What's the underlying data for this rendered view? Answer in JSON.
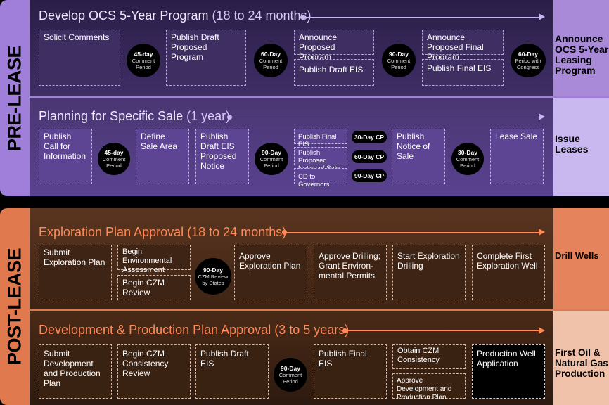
{
  "phases": {
    "pre_lease": "PRE-LEASE",
    "post_lease": "POST-LEASE"
  },
  "colors": {
    "pre_lease_accent": "#9f7fd9",
    "post_lease_accent": "#e07a4e",
    "pre_band_1": "#3a2a5c",
    "pre_band_2": "#553f84",
    "post_band_1": "#4a2a17",
    "post_band_2": "#2d1c12",
    "pre_title": "#e9e0ff",
    "post_title": "#ff8a58"
  },
  "bands": [
    {
      "title": "Develop OCS 5-Year Program",
      "duration": "(18 to 24 months)",
      "boxes": [
        "Solicit Comments",
        "Publish Draft Proposed Program",
        "Announce Proposed Program",
        "Publish Draft EIS",
        "Announce Proposed Final Program",
        "Publish Final EIS"
      ],
      "circles": [
        {
          "top": "45-day",
          "bottom": "Comment Period"
        },
        {
          "top": "60-Day",
          "bottom": "Comment Period"
        },
        {
          "top": "90-Day",
          "bottom": "Comment Period"
        },
        {
          "top": "60-Day",
          "bottom": "Period with Congress"
        }
      ],
      "result": "Announce OCS 5-Year Leasing Program"
    },
    {
      "title": "Planning for Specific Sale",
      "duration": "(1 year)",
      "boxes": [
        "Publish Call for Information",
        "Define Sale Area",
        "Publish Draft EIS Proposed Notice",
        "Publish Notice of Sale",
        "Lease Sale"
      ],
      "small_boxes": [
        "Publish Final EIS",
        "Publish Proposed Notice of Sale",
        "CD to Governors"
      ],
      "pills": [
        "30-Day CP",
        "60-Day CP",
        "90-Day CP"
      ],
      "circles": [
        {
          "top": "45-day",
          "bottom": "Comment Period"
        },
        {
          "top": "90-Day",
          "bottom": "Comment Period"
        },
        {
          "top": "30-Day",
          "bottom": "Comment Period"
        }
      ],
      "result": "Issue Leases"
    },
    {
      "title": "Exploration Plan Approval",
      "duration": "(18 to 24 months)",
      "boxes": [
        "Submit Exploration Plan",
        "Begin Environmental Assessment",
        "Begin CZM Review",
        "Approve Exploration Plan",
        "Approve Drilling; Grant Environ-mental Permits",
        "Start Exploration Drilling",
        "Complete First Exploration Well"
      ],
      "circles": [
        {
          "top": "90-Day",
          "bottom": "CZM Review by States"
        }
      ],
      "result": "Drill Wells"
    },
    {
      "title": "Development & Production Plan Approval",
      "duration": "(3 to 5 years)",
      "boxes": [
        "Submit Development and Production Plan",
        "Begin CZM Consistency Review",
        "Publish Draft EIS",
        "Publish Final EIS",
        "Obtain CZM Consistency",
        "Approve Development and Production Plan",
        "Production Well Application"
      ],
      "circles": [
        {
          "top": "90-Day",
          "bottom": "Comment Period"
        }
      ],
      "result": "First Oil & Natural Gas Production"
    }
  ]
}
